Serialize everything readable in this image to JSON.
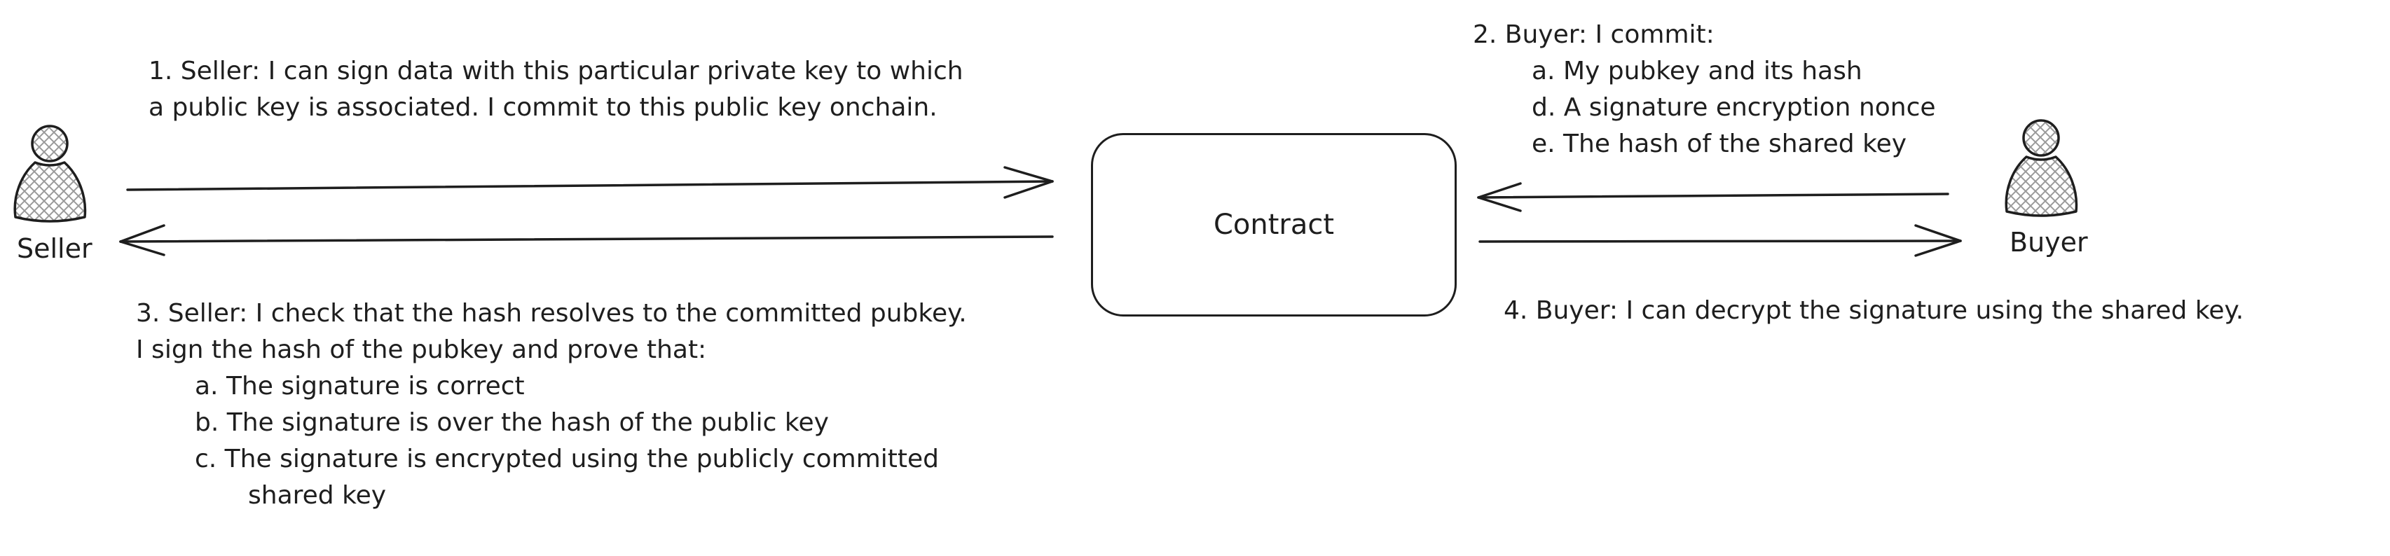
{
  "actors": {
    "seller": {
      "label": "Seller",
      "icon": "person-icon"
    },
    "buyer": {
      "label": "Buyer",
      "icon": "person-icon"
    }
  },
  "contract": {
    "label": "Contract"
  },
  "steps": {
    "step1": {
      "lines": [
        "1. Seller: I can sign data with this particular private key to which",
        "a public key is associated. I commit to this public key onchain."
      ]
    },
    "step2": {
      "title": "2. Buyer: I commit:",
      "items": [
        "a. My pubkey and its hash",
        "d. A signature encryption nonce",
        "e. The hash of the shared key"
      ]
    },
    "step3": {
      "lines": [
        "3. Seller: I check that the hash resolves to the committed pubkey.",
        "I sign the hash of the pubkey and prove that:"
      ],
      "items": [
        "a. The signature is correct",
        "b. The signature is over the hash of the public key",
        "c. The signature is encrypted using the publicly committed"
      ],
      "continuation": "shared key"
    },
    "step4": {
      "text": "4. Buyer: I can decrypt the signature using the shared key."
    }
  },
  "colors": {
    "ink": "#1e1e1e",
    "hatch": "#9a9a9a",
    "background": "#ffffff"
  }
}
